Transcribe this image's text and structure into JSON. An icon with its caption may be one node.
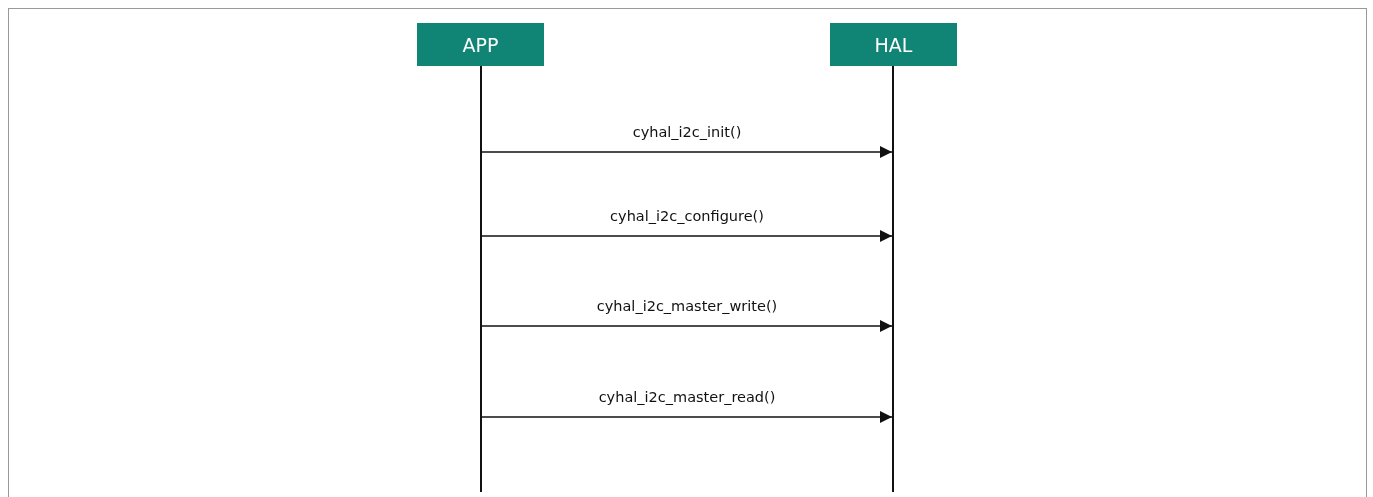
{
  "diagram": {
    "nodes": [
      {
        "text": [
          "APP"
        ]
      },
      {
        "text": [
          "HAL"
        ]
      },
      {
        "text": [],
        "shape": "bar"
      },
      {
        "text": [],
        "shape": "bar"
      }
    ],
    "edges": [
      {
        "from": 2,
        "to": 3,
        "arrow": "to",
        "label": "cyhal_i2c_init()"
      },
      {
        "from": 2,
        "to": 3,
        "arrow": "to",
        "label": "cyhal_i2c_configure()"
      },
      {
        "from": 2,
        "to": 3,
        "arrow": "to",
        "label": "cyhal_i2c_master_write()"
      },
      {
        "from": 2,
        "to": 3,
        "arrow": "to",
        "label": "cyhal_i2c_master_read()"
      }
    ]
  }
}
